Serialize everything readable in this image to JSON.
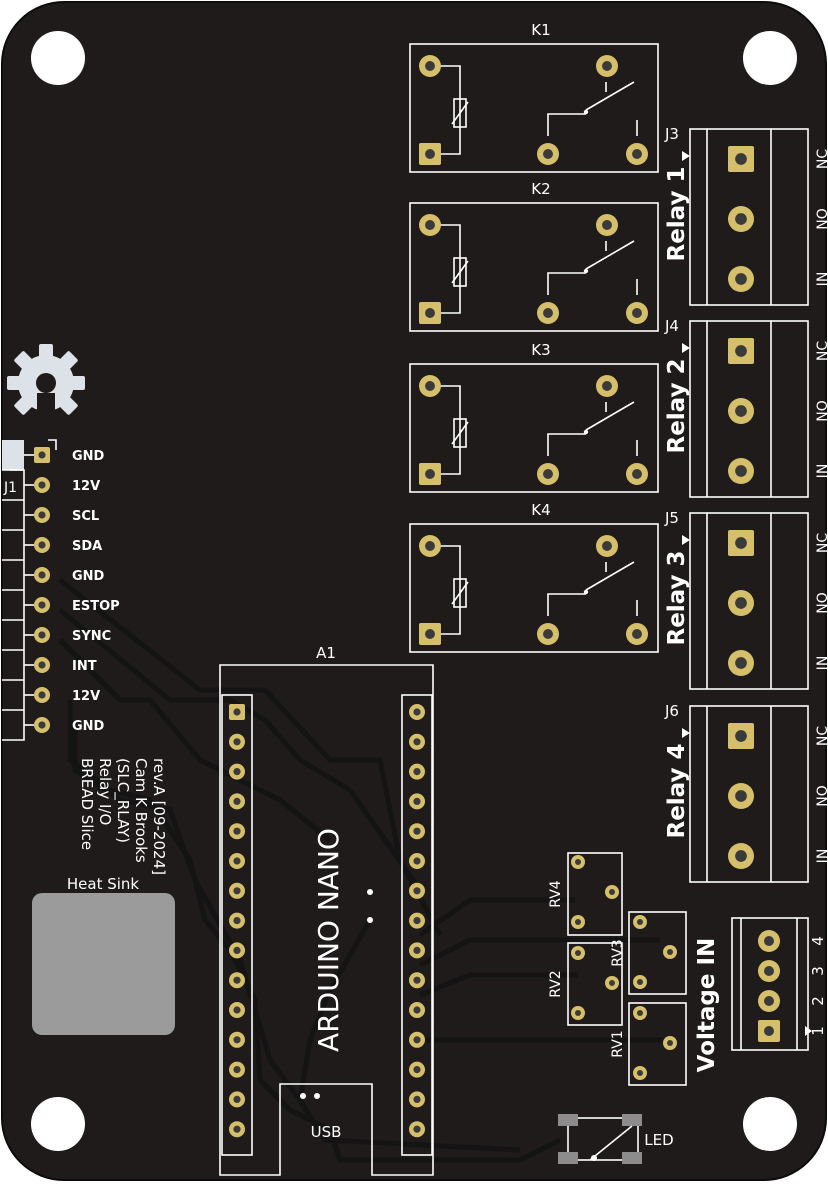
{
  "board": {
    "credits": [
      "BREAD Slice",
      "Relay I/O",
      "(SLC_RLAY)",
      "Cam K Brooks",
      "rev.A [09-2024]"
    ],
    "heat_sink_label": "Heat Sink",
    "colors": {
      "board": "#1e1b1a",
      "silk": "#ffffff",
      "copper": "#d6bf6a",
      "trace": "#141414",
      "heatsink": "#9b9b9b"
    }
  },
  "header_j1": {
    "ref": "J1",
    "pins": [
      "GND",
      "12V",
      "SCL",
      "SDA",
      "GND",
      "ESTOP",
      "SYNC",
      "INT",
      "12V",
      "GND"
    ]
  },
  "relays": [
    {
      "ref": "K1",
      "terminal": "J3",
      "label": "Relay 1",
      "pins": [
        "NC",
        "NO",
        "IN"
      ]
    },
    {
      "ref": "K2",
      "terminal": "J4",
      "label": "Relay 2",
      "pins": [
        "NC",
        "NO",
        "IN"
      ]
    },
    {
      "ref": "K3",
      "terminal": "J5",
      "label": "Relay 3",
      "pins": [
        "NC",
        "NO",
        "IN"
      ]
    },
    {
      "ref": "K4",
      "terminal": "J6",
      "label": "Relay 4",
      "pins": [
        "NC",
        "NO",
        "IN"
      ]
    }
  ],
  "arduino": {
    "ref": "A1",
    "label": "ARDUINO NANO",
    "usb_label": "USB"
  },
  "pots": [
    "RV4",
    "RV3",
    "RV2",
    "RV1"
  ],
  "voltage_in": {
    "label": "Voltage IN",
    "pins": [
      "4",
      "3",
      "2",
      "1"
    ]
  },
  "led": {
    "label": "LED"
  }
}
